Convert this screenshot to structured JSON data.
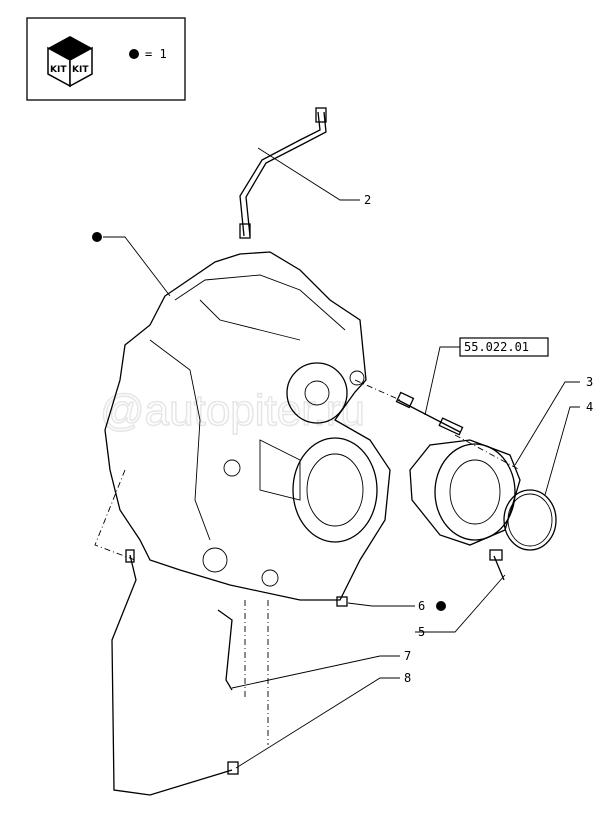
{
  "legend": {
    "kit_text": "KIT",
    "equals": "= 1"
  },
  "watermark": "@autopiter.ru",
  "callouts": [
    {
      "id": "2",
      "label": "2"
    },
    {
      "id": "3",
      "label": "3"
    },
    {
      "id": "4",
      "label": "4"
    },
    {
      "id": "5",
      "label": "5"
    },
    {
      "id": "6",
      "label": "6"
    },
    {
      "id": "7",
      "label": "7"
    },
    {
      "id": "8",
      "label": "8"
    }
  ],
  "reference": {
    "label": "55.022.01"
  }
}
